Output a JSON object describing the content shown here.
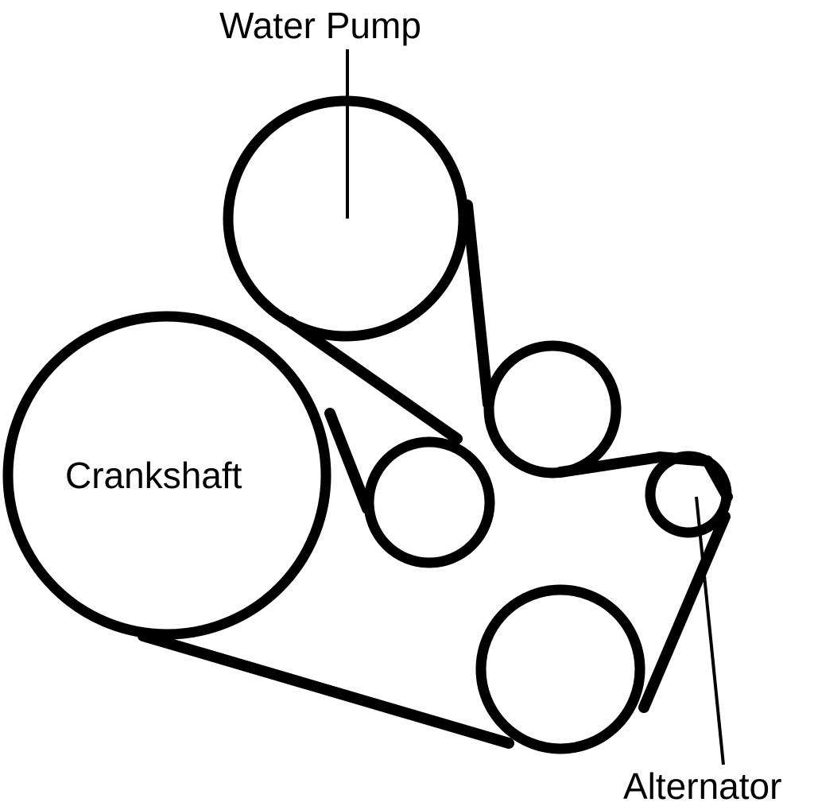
{
  "labels": {
    "water_pump": "Water Pump",
    "crankshaft": "Crankshaft",
    "alternator": "Alternator"
  },
  "colors": {
    "stroke": "#000000",
    "background": "#ffffff"
  }
}
